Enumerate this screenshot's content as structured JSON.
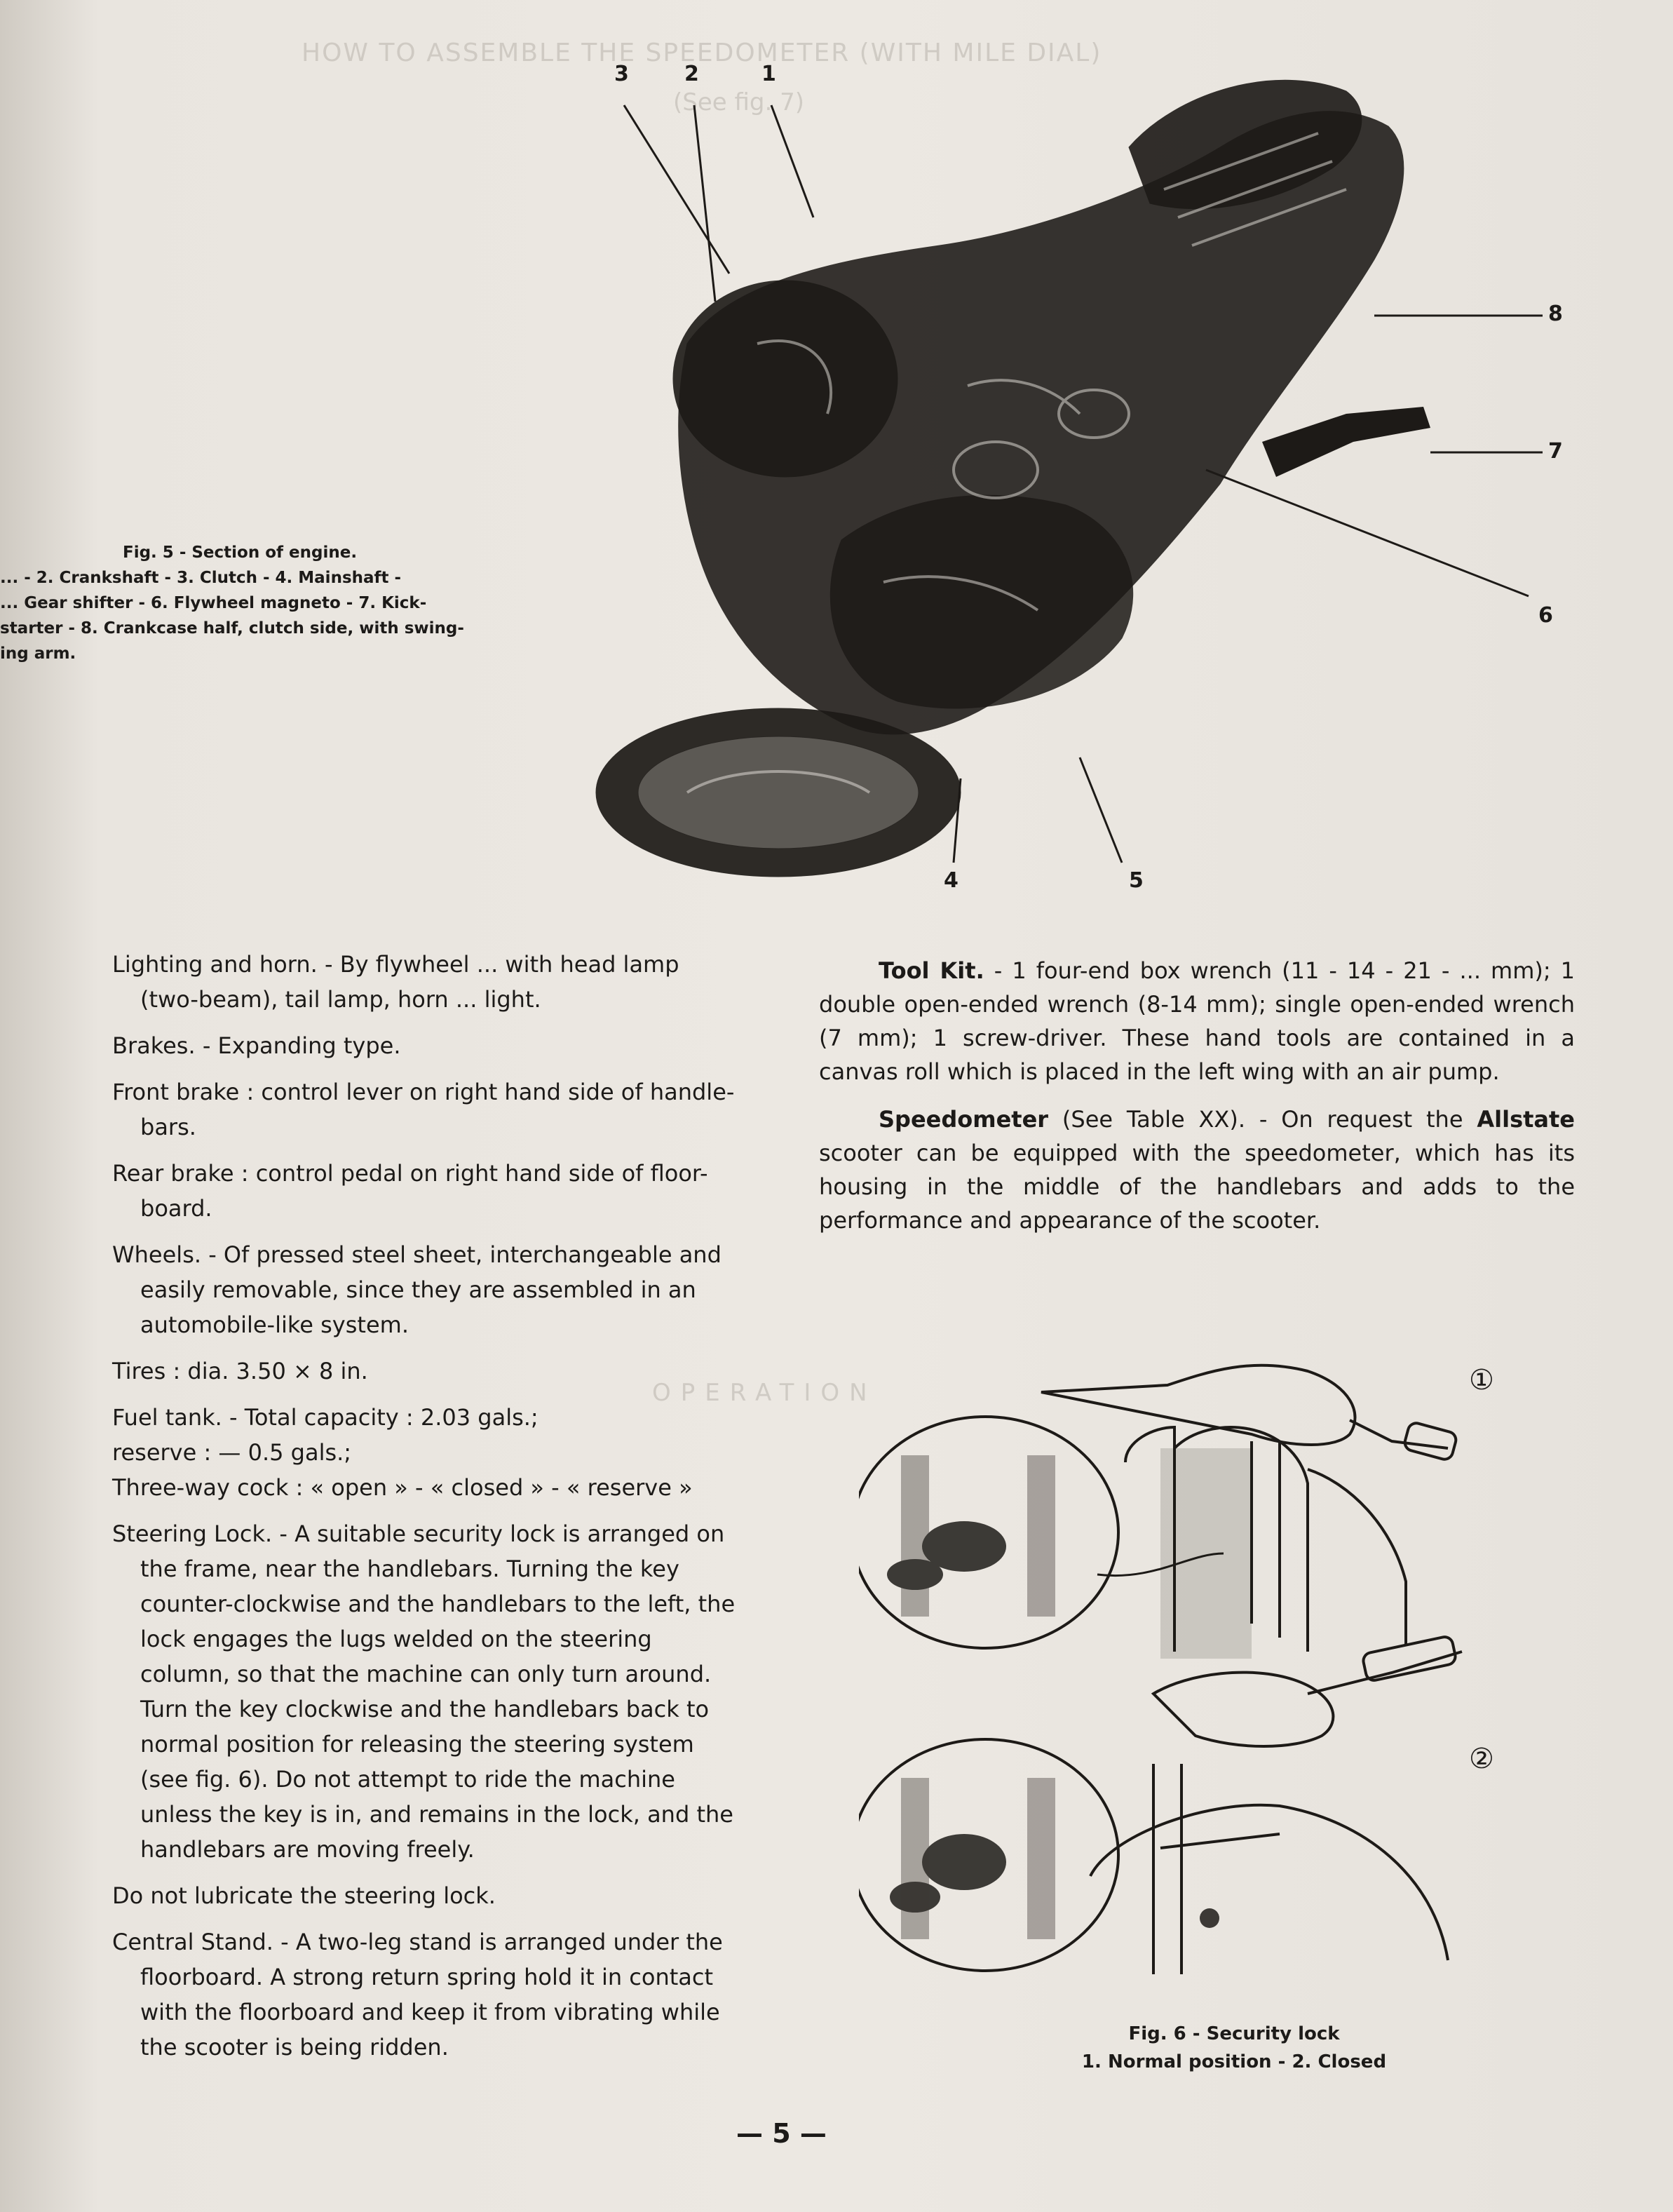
{
  "fig5": {
    "callouts": [
      "3",
      "2",
      "1",
      "8",
      "7",
      "6",
      "4",
      "5"
    ],
    "caption_title": "Fig. 5 - Section of engine.",
    "caption_line1": "... - 2. Crankshaft - 3. Clutch - 4. Mainshaft -",
    "caption_line2": "... Gear shifter - 6. Flywheel magneto - 7. Kick-",
    "caption_line3": "starter - 8. Crankcase half, clutch side, with swing-",
    "caption_line4": "ing arm."
  },
  "left": {
    "lighting": "Lighting and horn. - By flywheel ... with head lamp (two-beam), tail lamp, horn ... light.",
    "brakes_title": "Brakes. - Expanding type.",
    "front_brake": "Front brake : control lever on right hand side of handle-bars.",
    "rear_brake": "Rear brake : control pedal on right hand side of floor-board.",
    "wheels": "Wheels. - Of pressed steel sheet, interchangeable and easily removable, since they are assembled in an automobile-like system.",
    "tires": "Tires : dia. 3.50 × 8 in.",
    "fuel_tank": "Fuel tank. - Total capacity : 2.03 gals.;",
    "reserve": "reserve : — 0.5 gals.;",
    "three_way": "Three-way cock : « open » - « closed » - « reserve »",
    "steering_lock": "Steering Lock. - A suitable security lock is arranged on the frame, near the handlebars. Turning the key counter-clockwise and the handlebars to the left, the lock engages the lugs welded on the steering column, so that the machine can only turn around. Turn the key clockwise and the handlebars back to normal position for releasing the steering system (see fig. 6). Do not attempt to ride the machine unless the key is in, and remains in the lock, and the handlebars are moving freely.",
    "lubricate": "Do not lubricate the steering lock.",
    "stand": "Central Stand. - A two-leg stand is arranged under the floorboard. A strong return spring hold it in contact with the floorboard and keep it from vibrating while the scooter is being ridden."
  },
  "right": {
    "toolkit_label": "Tool Kit.",
    "toolkit_text": " - 1 four-end box wrench (11 - 14 - 21 - ... mm); 1 double open-ended wrench (8-14 mm); single open-ended wrench (7 mm); 1 screw-driver. These hand tools are contained in a canvas roll which is placed in the left wing with an air pump.",
    "speedo_label": "Speedometer",
    "speedo_text_a": " (See Table XX). - On request the ",
    "allstate": "Allstate",
    "speedo_text_b": " scooter can be equipped with the speedometer, which has its housing in the middle of the handlebars and adds to the performance and appearance of the scooter."
  },
  "fig6": {
    "marker1": "①",
    "marker2": "②",
    "caption_title": "Fig. 6 - Security lock",
    "caption_sub": "1. Normal position - 2. Closed"
  },
  "bleed": {
    "title": "HOW TO ASSEMBLE THE SPEEDOMETER (WITH MILE DIAL)",
    "sub": "(See fig. 7)",
    "operation": "OPERATION"
  },
  "page_number": "— 5 —"
}
